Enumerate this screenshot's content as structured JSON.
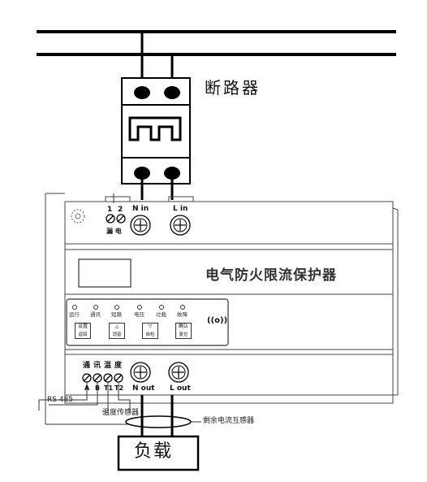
{
  "labels": {
    "breaker": "断路器",
    "device_title": "电气防火限流保护器",
    "load": "负载",
    "residual_ct": "剩余电流互感器",
    "temp_sensor": "温度传感器",
    "rs485": "RS 485"
  },
  "top_terminals": {
    "leak_numbers": [
      "1",
      "2"
    ],
    "leak_label": "漏 电",
    "n_in": "N in",
    "l_in": "L in"
  },
  "bottom_terminals": {
    "group_labels": [
      "通",
      "讯",
      "温",
      "度"
    ],
    "pin_labels": [
      "A",
      "B",
      "T1",
      "T2"
    ],
    "n_out": "N out",
    "l_out": "L out"
  },
  "indicators": [
    "运行",
    "通讯",
    "短路",
    "电压",
    "过载",
    "故障"
  ],
  "buttons": [
    {
      "symbol": "设置",
      "text": "返回"
    },
    {
      "symbol": "△",
      "text": "消音"
    },
    {
      "symbol": "▽",
      "text": "自检"
    },
    {
      "symbol": "确认",
      "text": "复位"
    }
  ],
  "wireless_symbol": "((o))"
}
